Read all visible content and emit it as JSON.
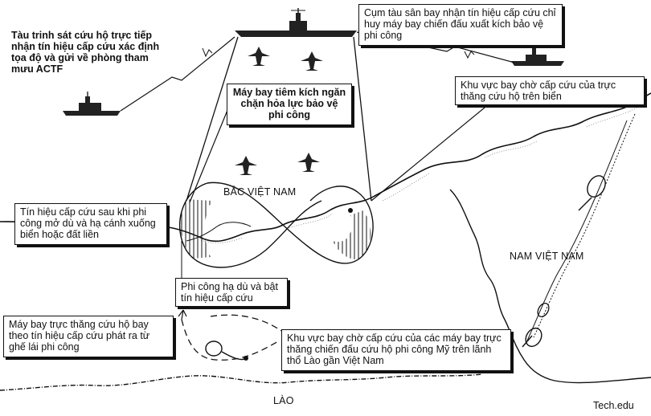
{
  "labels": {
    "recon_ship": "Tàu trinh sát cứu hộ trực tiếp nhận tín hiệu cấp cứu xác định tọa độ và gửi về phòng tham mưu ACTF",
    "carrier_group": "Cụm tàu sân bay nhận tín hiệu cấp cứu chỉ huy máy bay chiến đấu xuất kích bảo vệ phi công",
    "sea_heli_zone": "Khu vực bay chờ cấp cứu của trực thăng cứu hộ trên biển",
    "interceptors": "Máy bay tiêm kích ngăn chặn hỏa lực bảo vệ phi công",
    "distress_signal": "Tín hiệu cấp cứu sau khi phi công mở dù và hạ cánh xuống biển hoặc đất liền",
    "pilot_parachute": "Phi công hạ dù và bật tín hiệu cấp cứu",
    "rescue_heli": "Máy bay trực thăng cứu hộ bay theo tín hiệu cấp cứu phát ra từ ghế lái phi công",
    "laos_heli_zone": "Khu vực bay chờ cấp cứu của các máy bay trực thăng chiến đấu cứu hộ phi công Mỹ trên lãnh thổ Lào gần Việt Nam"
  },
  "regions": {
    "north": "BẮC VIỆT NAM",
    "south": "NAM VIỆT NAM",
    "laos": "LÀO"
  },
  "credit": "Tech.edu"
}
